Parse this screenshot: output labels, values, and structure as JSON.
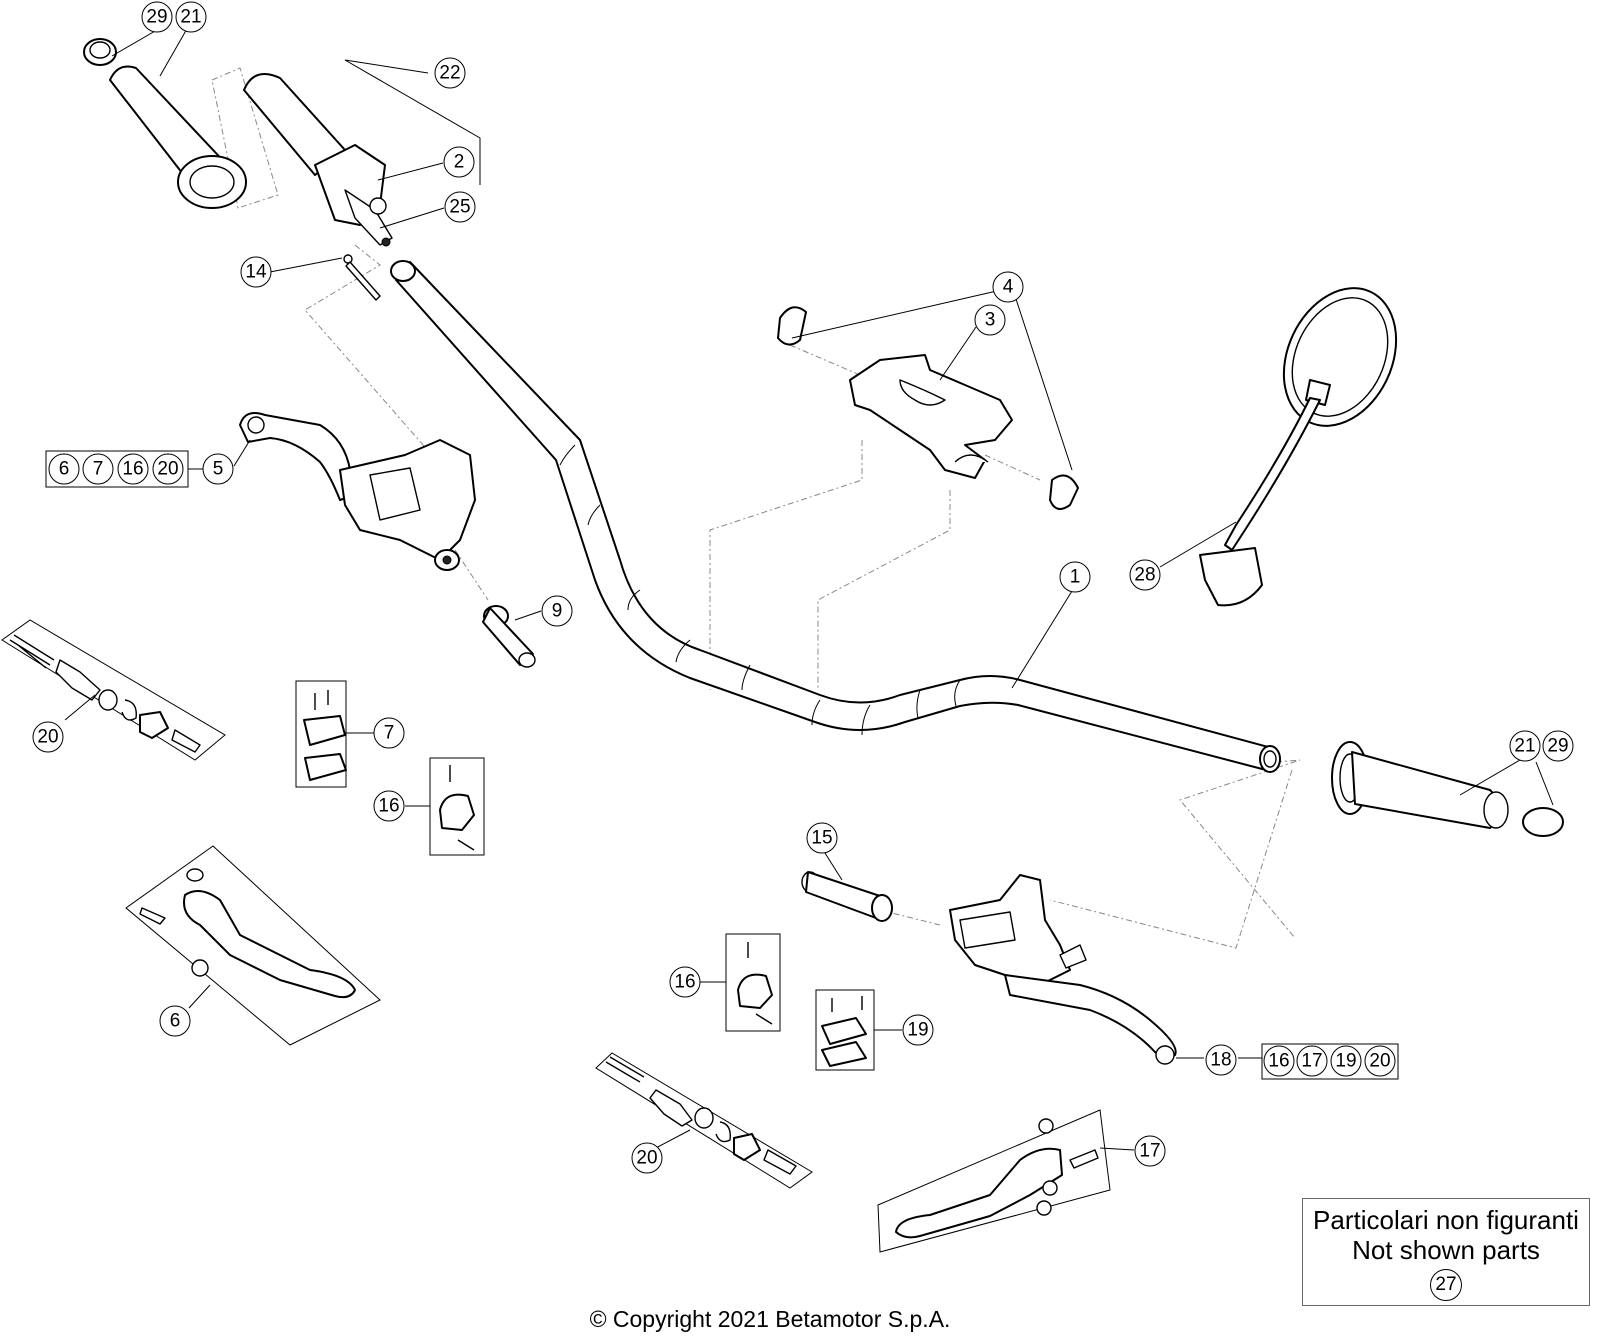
{
  "labels": {
    "c29a": "29",
    "c21a": "21",
    "c22": "22",
    "c2": "2",
    "c25": "25",
    "c14": "14",
    "c4": "4",
    "c3": "3",
    "c28": "28",
    "c5": "5",
    "g5_6": "6",
    "g5_7": "7",
    "g5_16": "16",
    "g5_20": "20",
    "c9": "9",
    "c1": "1",
    "c20a": "20",
    "c7": "7",
    "c16a": "16",
    "c21b": "21",
    "c29b": "29",
    "c15": "15",
    "c6": "6",
    "c16b": "16",
    "c19": "19",
    "c18": "18",
    "g18_16": "16",
    "g18_17": "17",
    "g18_19": "19",
    "g18_20": "20",
    "c20b": "20",
    "c17": "17"
  },
  "note": {
    "line1": "Particolari non figuranti",
    "line2": "Not shown parts",
    "ref": "27"
  },
  "copyright": "© Copyright 2021 Betamotor S.p.A."
}
